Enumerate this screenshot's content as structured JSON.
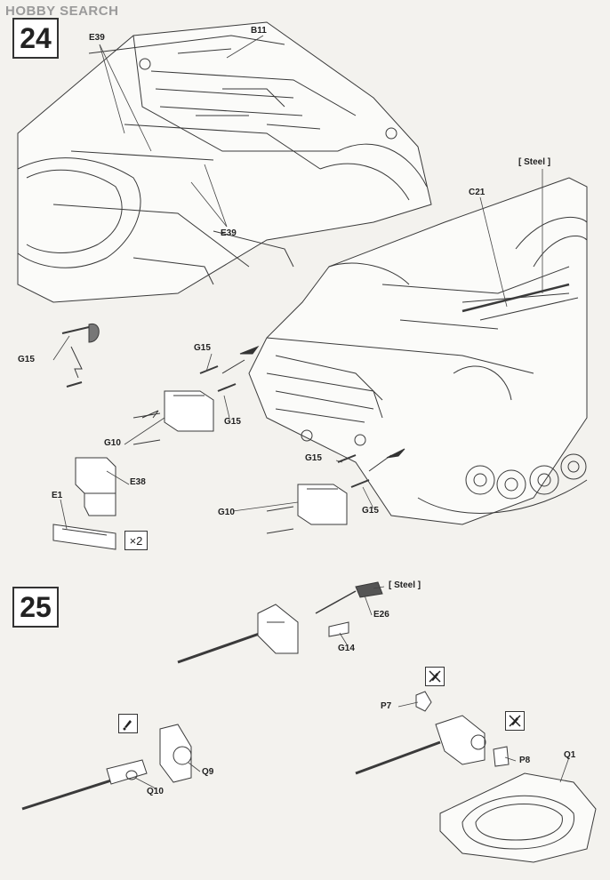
{
  "watermark": "HOBBY SEARCH",
  "steps": [
    {
      "number": "24"
    },
    {
      "number": "25"
    }
  ],
  "step24": {
    "labels": {
      "b11": "B11",
      "e39_top": "E39",
      "e39_mid": "E39",
      "steel": "[ Steel ]",
      "c21": "C21",
      "g15_left": "G15",
      "g15_a": "G15",
      "g15_b": "G15",
      "g15_c": "G15",
      "g15_d": "G15",
      "g10_a": "G10",
      "g10_b": "G10",
      "e38": "E38",
      "e1": "E1"
    },
    "multiplier": "×2"
  },
  "step25": {
    "labels": {
      "steel": "[ Steel ]",
      "e26": "E26",
      "g14": "G14",
      "p7": "P7",
      "p8": "P8",
      "q1": "Q1",
      "q9": "Q9",
      "q10": "Q10"
    }
  },
  "icons": [
    "glue-icon",
    "no-glue-icon"
  ]
}
